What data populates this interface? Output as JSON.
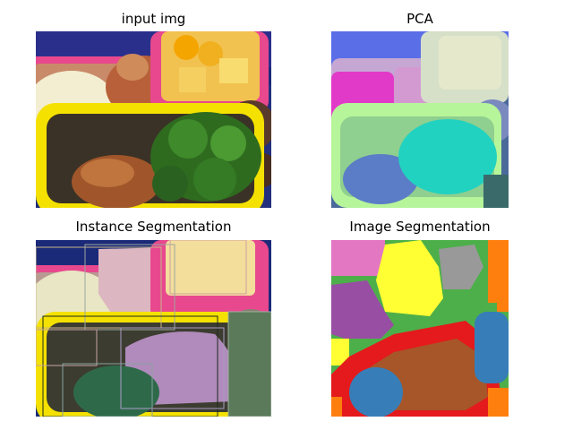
{
  "figure": {
    "panels": [
      {
        "id": "input",
        "title": "input img"
      },
      {
        "id": "pca",
        "title": "PCA"
      },
      {
        "id": "instance",
        "title": "Instance Segmentation"
      },
      {
        "id": "image_seg",
        "title": "Image Segmentation"
      }
    ]
  },
  "colors": {
    "background": "#ffffff",
    "lunchbox_pink": "#e8488e",
    "lunchbox_yellow": "#f5e100",
    "broccoli_green": "#2e6b1f",
    "seg_orange": "#ff7f0e",
    "seg_pink": "#e377c2",
    "seg_yellow": "#ffff33",
    "seg_gray": "#999999",
    "seg_green": "#4daf4a",
    "seg_purple": "#984ea3",
    "seg_red": "#e41a1c",
    "seg_brown": "#a65628",
    "seg_blue": "#377eb8",
    "pca_blue": "#5a6ee8",
    "pca_magenta": "#e23ac8",
    "pca_lime": "#b7f59a",
    "pca_teal": "#22d2c0"
  }
}
